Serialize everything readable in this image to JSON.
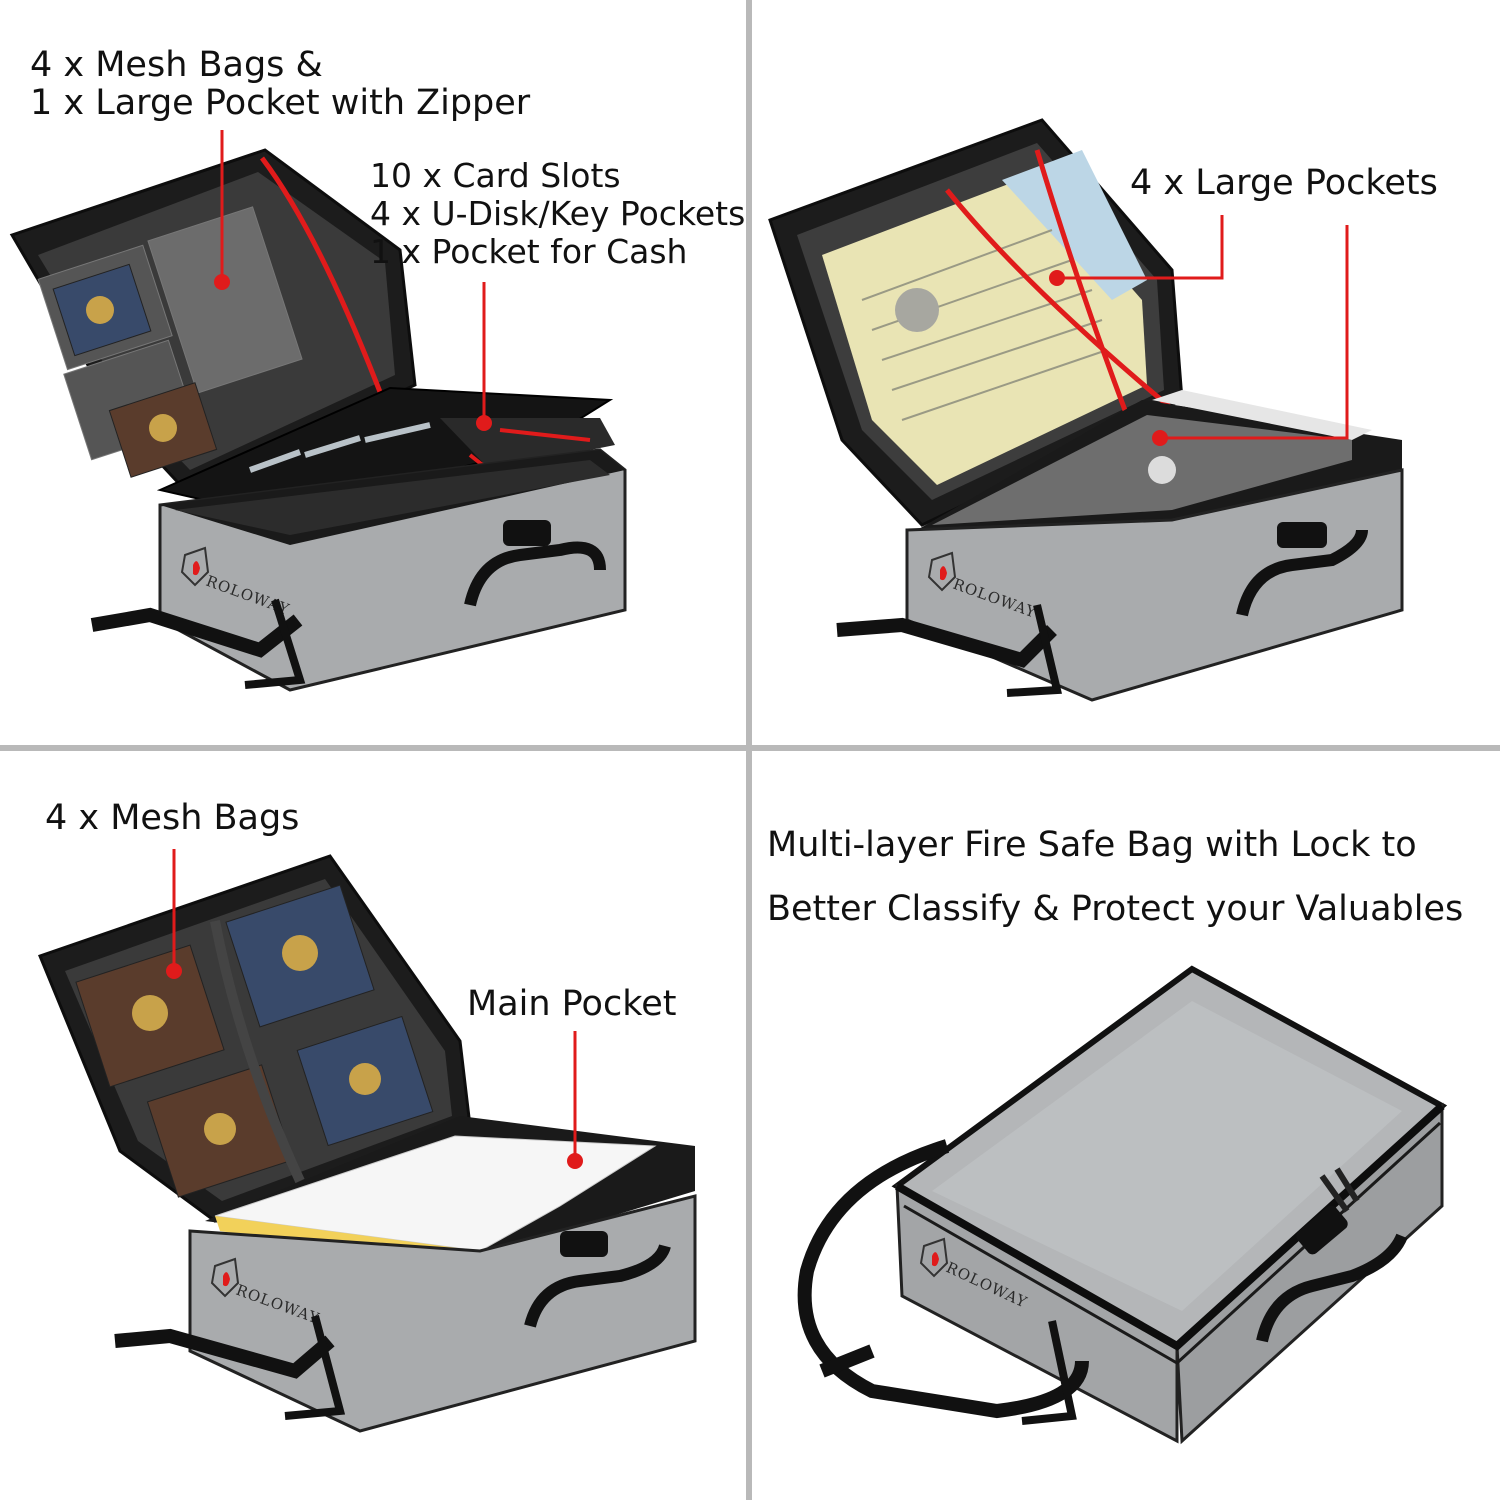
{
  "brand_name": "ROLOWAY",
  "colors": {
    "callout_red": "#e01b1b",
    "bag_gray": "#a9abad",
    "lining_black": "#1b1b1b",
    "divider_gray": "#b9b9b9"
  },
  "panels": [
    {
      "labels": [
        {
          "lines": [
            "4 x Mesh Bags &",
            "1 x Large Pocket with Zipper"
          ]
        },
        {
          "lines": [
            "10 x Card Slots",
            "4 x U-Disk/Key Pockets",
            "1 x Pocket for Cash"
          ]
        }
      ]
    },
    {
      "labels": [
        {
          "lines": [
            "4 x Large Pockets"
          ]
        }
      ]
    },
    {
      "labels": [
        {
          "lines": [
            "4 x Mesh Bags"
          ]
        },
        {
          "lines": [
            "Main Pocket"
          ]
        }
      ]
    },
    {
      "caption_lines": [
        "Multi-layer Fire Safe Bag with Lock to",
        "Better Classify & Protect your Valuables"
      ]
    }
  ]
}
